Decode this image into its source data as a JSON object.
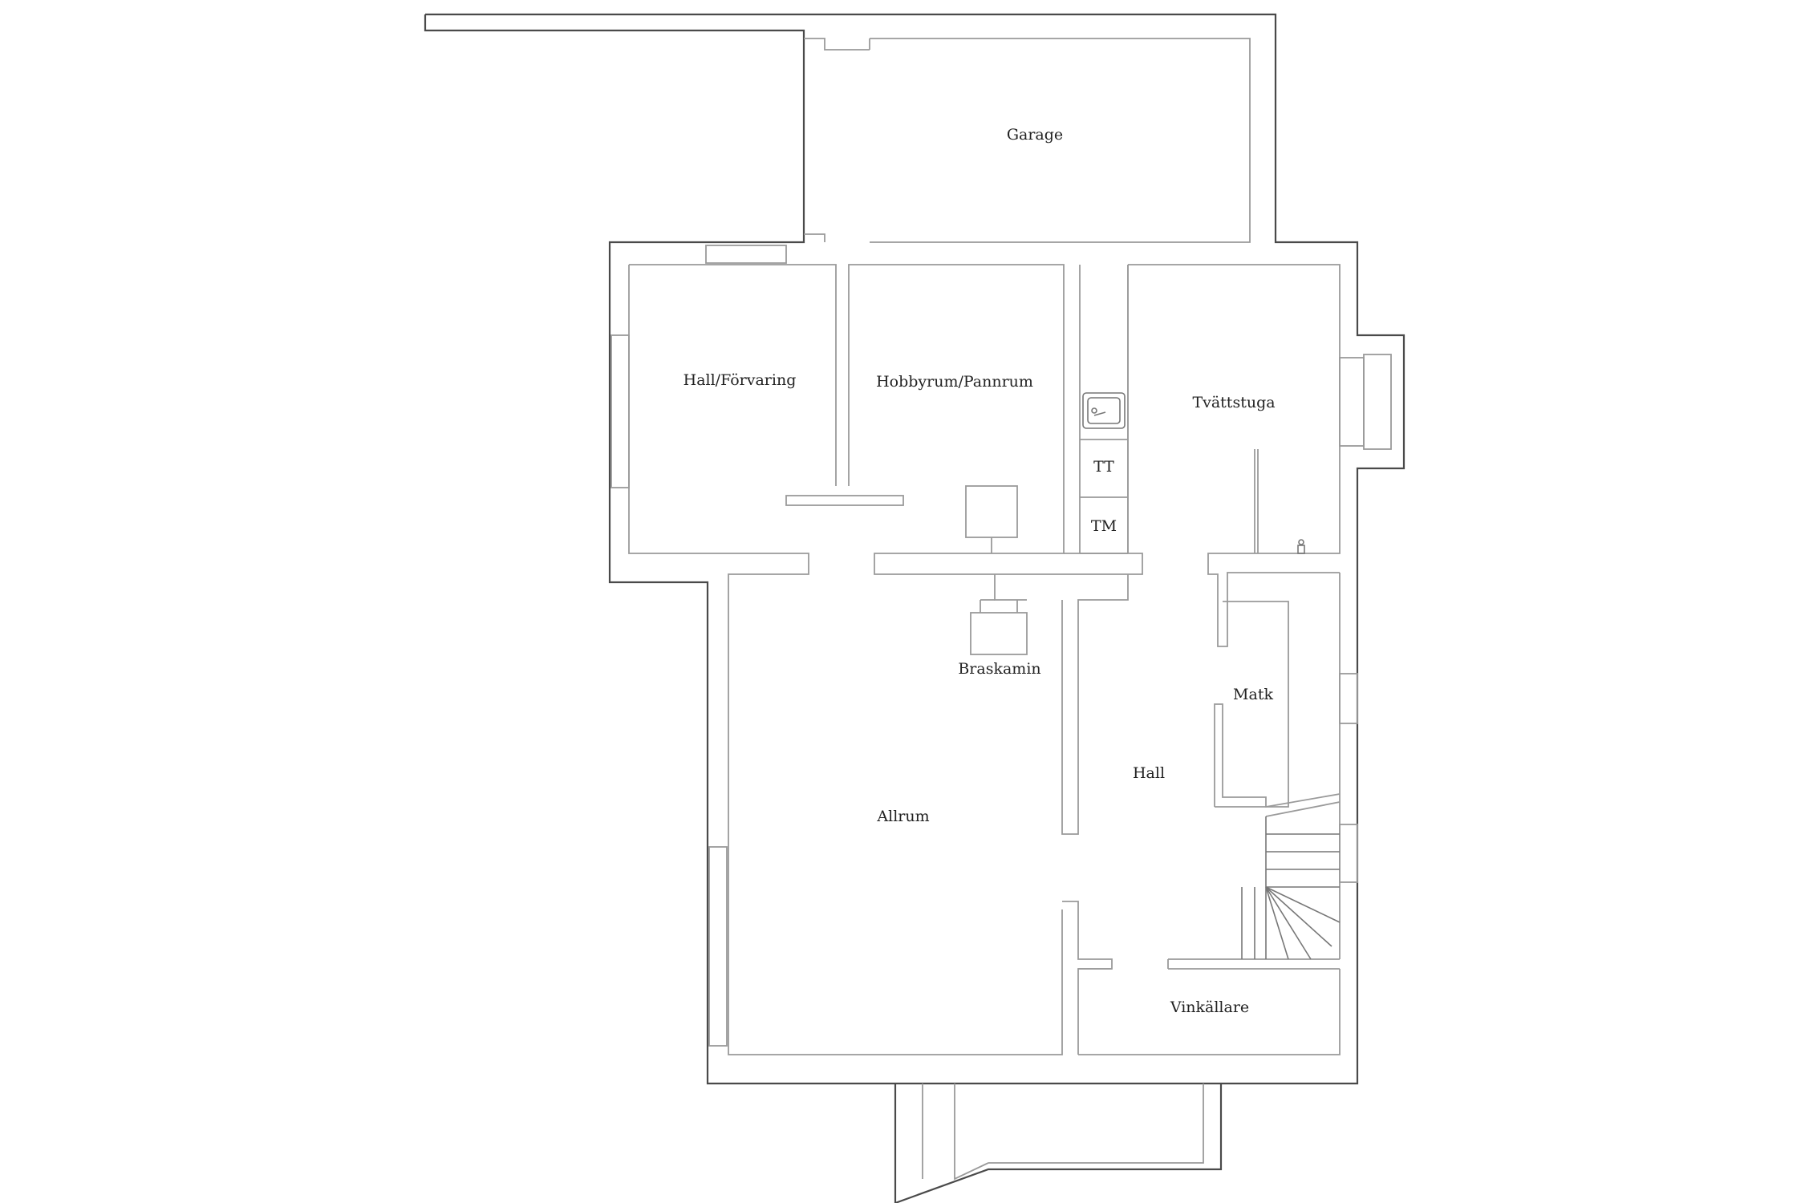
{
  "floor_plan": {
    "rooms": {
      "garage": "Garage",
      "hall_forvaring": "Hall/Förvaring",
      "hobbyrum_pannrum": "Hobbyrum/Pannrum",
      "tvattstuga": "Tvättstuga",
      "tt": "TT",
      "tm": "TM",
      "braskamin": "Braskamin",
      "matk": "Matk",
      "hall": "Hall",
      "allrum": "Allrum",
      "vinkallare": "Vinkällare"
    }
  }
}
